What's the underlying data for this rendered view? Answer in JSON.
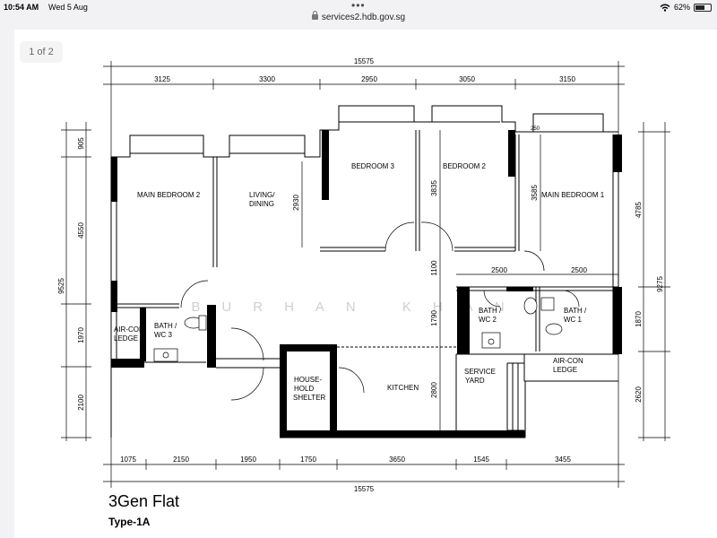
{
  "status": {
    "time": "10:54 AM",
    "date": "Wed 5 Aug",
    "battery": "62%",
    "battery_level": 0.62,
    "icons": [
      "wifi-icon",
      "battery-icon"
    ]
  },
  "browser": {
    "url": "services2.hdb.gov.sg",
    "lock_icon": "lock-icon"
  },
  "viewer": {
    "page_indicator": "1 of 2"
  },
  "plan": {
    "watermark": "BURHAN KHAN",
    "title": "3Gen Flat",
    "subtitle": "Type-1A",
    "top_dims": {
      "overall": "15575",
      "segments": [
        "3125",
        "3300",
        "2950",
        "3050",
        "3150"
      ]
    },
    "bottom_dims": {
      "overall": "15575",
      "segments": [
        "1075",
        "2150",
        "1950",
        "1750",
        "3650",
        "1545",
        "3455"
      ]
    },
    "left_dims": {
      "overall": "9525",
      "segments": [
        "905",
        "4550",
        "1970",
        "2100"
      ]
    },
    "right_dims": {
      "overall": "9275",
      "segments": [
        "4785",
        "1870",
        "2620"
      ]
    },
    "inner_dims": {
      "living": "2930",
      "bedroom2": "3835",
      "bedroom1": "3585",
      "bath_a": "2500",
      "bath_b": "2500",
      "corridor": "1100",
      "bath_height": "1790",
      "kitchen": "2800",
      "small": "250"
    },
    "rooms": {
      "main_bedroom_2": "MAIN BEDROOM 2",
      "living_1": "LIVING/",
      "living_2": "DINING",
      "bedroom_3": "BEDROOM 3",
      "bedroom_2": "BEDROOM 2",
      "main_bedroom_1": "MAIN BEDROOM 1",
      "aircon_left_1": "AIR-CON",
      "aircon_left_2": "LEDGE",
      "bath3_1": "BATH /",
      "bath3_2": "WC 3",
      "shelter_1": "HOUSE-",
      "shelter_2": "HOLD",
      "shelter_3": "SHELTER",
      "kitchen": "KITCHEN",
      "service_1": "SERVICE",
      "service_2": "YARD",
      "bath2_1": "BATH /",
      "bath2_2": "WC 2",
      "bath1_1": "BATH /",
      "bath1_2": "WC 1",
      "aircon_right_1": "AIR-CON",
      "aircon_right_2": "LEDGE"
    }
  }
}
